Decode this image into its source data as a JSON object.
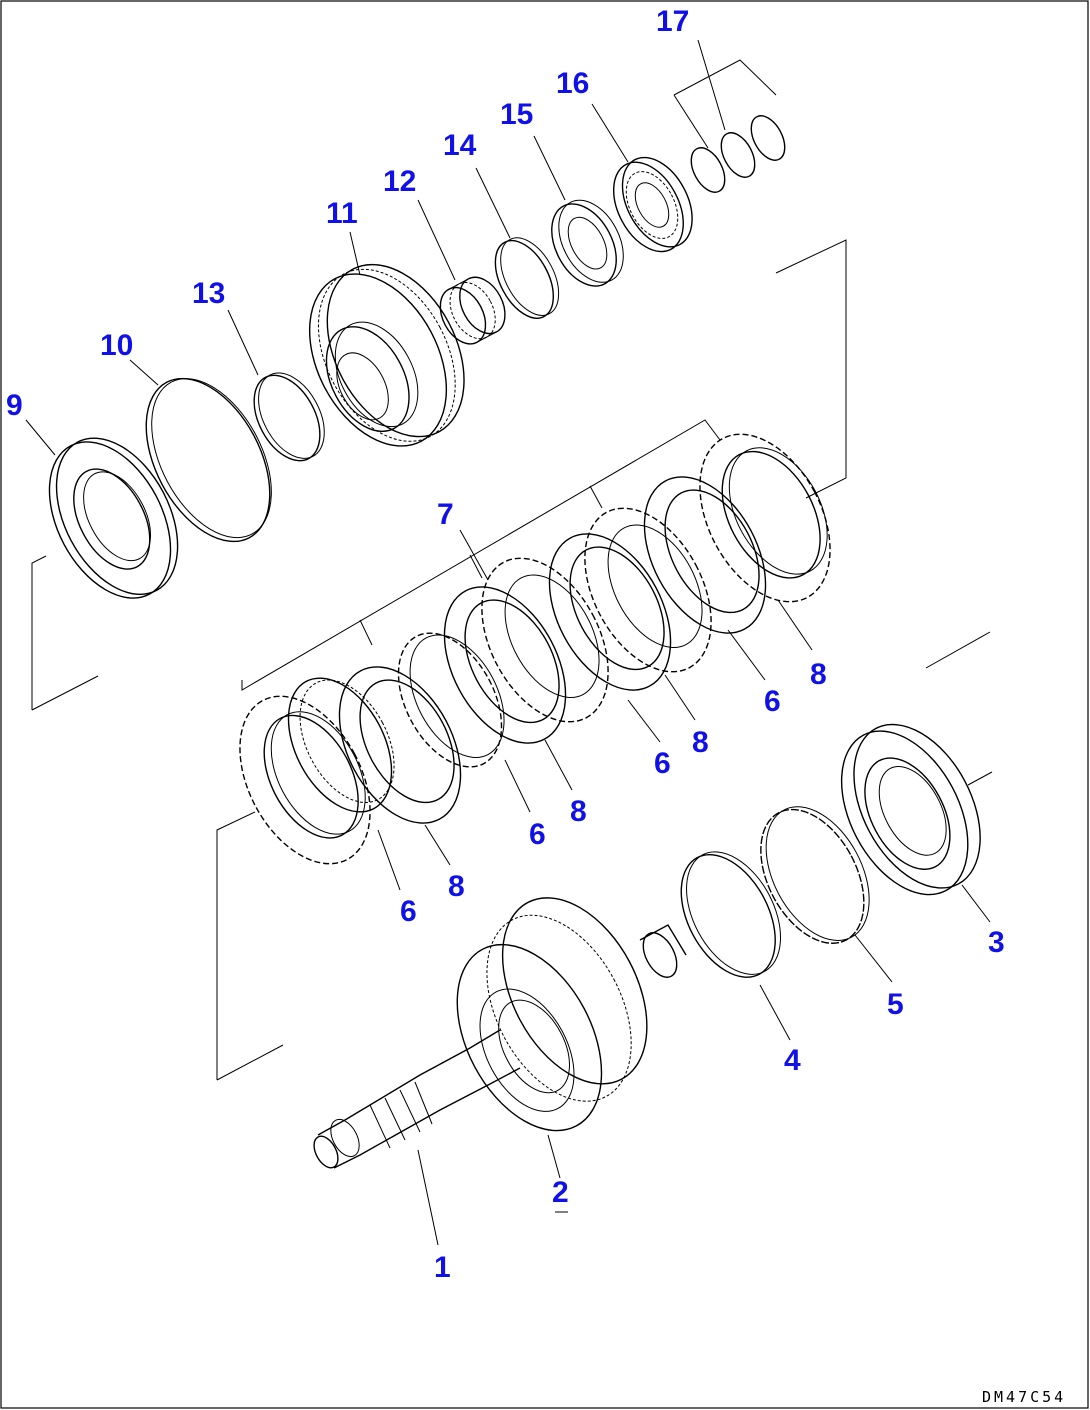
{
  "figure": {
    "drawing_code": "DM47C54",
    "labels": {
      "p1": "1",
      "p2": "2",
      "p3": "3",
      "p4": "4",
      "p5": "5",
      "p6a": "6",
      "p6b": "6",
      "p6c": "6",
      "p6d": "6",
      "p7": "7",
      "p8a": "8",
      "p8b": "8",
      "p8c": "8",
      "p8d": "8",
      "p9": "9",
      "p10": "10",
      "p11": "11",
      "p12": "12",
      "p13": "13",
      "p14": "14",
      "p15": "15",
      "p16": "16",
      "p17": "17"
    },
    "label_color": "#1010e8"
  }
}
